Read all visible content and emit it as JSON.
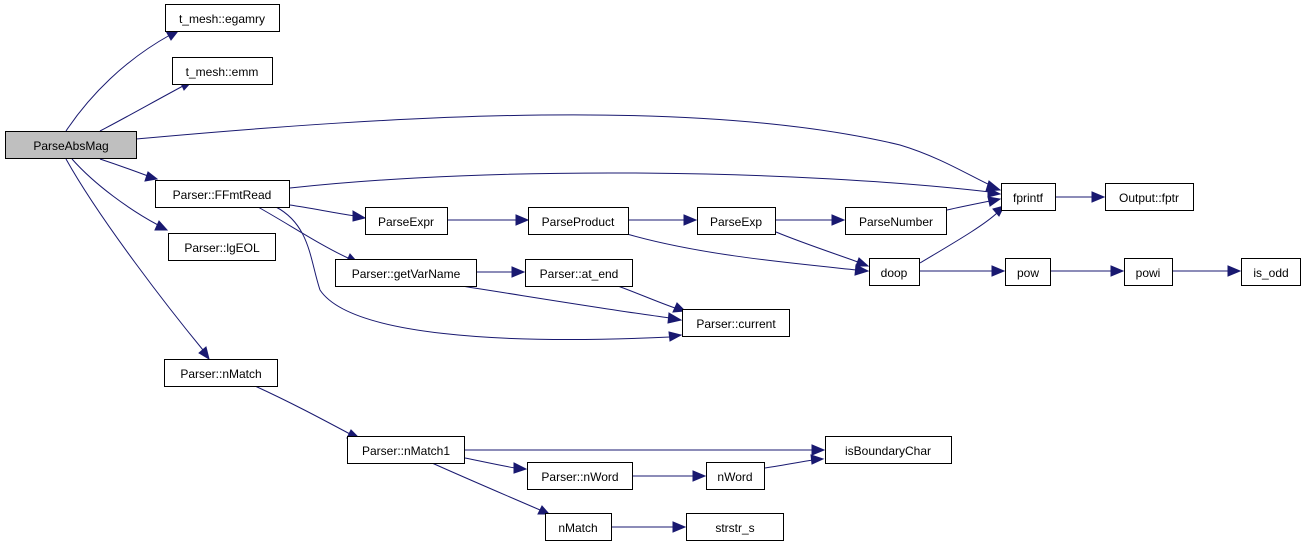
{
  "colors": {
    "edge": "#191970",
    "root_fill": "#bfbfbf",
    "node_fill": "#ffffff",
    "node_border": "#000000"
  },
  "nodes": {
    "parseabsmag": "ParseAbsMag",
    "egamry": "t_mesh::egamry",
    "emm": "t_mesh::emm",
    "ffmtread": "Parser::FFmtRead",
    "lgeol": "Parser::lgEOL",
    "nmatch": "Parser::nMatch",
    "parseexpr": "ParseExpr",
    "getvarname": "Parser::getVarName",
    "nmatch1": "Parser::nMatch1",
    "nword_parser": "Parser::nWord",
    "nmatch_free": "nMatch",
    "parseproduct": "ParseProduct",
    "at_end": "Parser::at_end",
    "current": "Parser::current",
    "parseexp": "ParseExp",
    "parsenumber": "ParseNumber",
    "doop": "doop",
    "fprintf": "fprintf",
    "output_fptr": "Output::fptr",
    "pow": "pow",
    "powi": "powi",
    "is_odd": "is_odd",
    "isboundarychar": "isBoundaryChar",
    "nword": "nWord",
    "strstr_s": "strstr_s"
  }
}
